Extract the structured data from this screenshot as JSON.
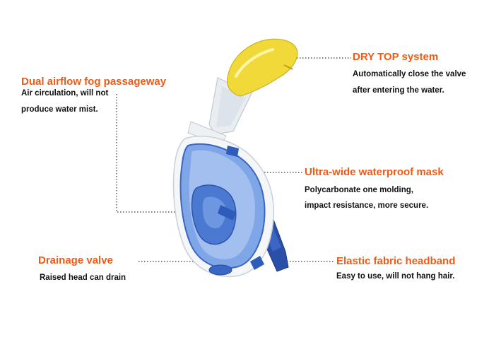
{
  "callouts": [
    {
      "title": "DRY TOP system",
      "desc": [
        "Automatically close the valve",
        "after entering the water."
      ]
    },
    {
      "title": "Dual airflow fog passageway",
      "desc": [
        "Air circulation, will not",
        "produce water mist."
      ]
    },
    {
      "title": "Ultra-wide waterproof mask",
      "desc": [
        "Polycarbonate one molding,",
        "impact resistance, more secure."
      ]
    },
    {
      "title": "Drainage valve",
      "desc": [
        "Raised head can drain"
      ]
    },
    {
      "title": "Elastic fabric headband",
      "desc": [
        "Easy to use, will not hang hair."
      ]
    }
  ],
  "colors": {
    "accent": "#f25a14",
    "mask_blue": "#3a66c4",
    "dry_top_yellow": "#f2d93a"
  }
}
